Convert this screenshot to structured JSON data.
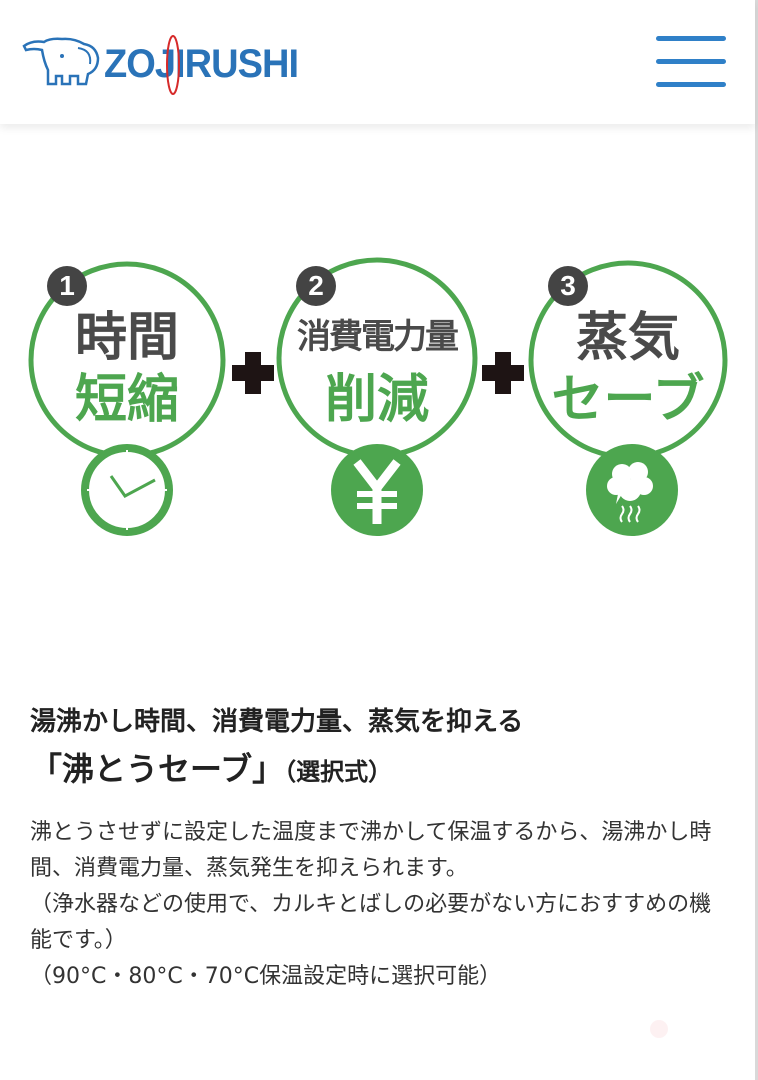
{
  "header": {
    "brand_name": "ZOJIRUSHI",
    "logo_icon": "elephant-logo-icon",
    "menu_icon": "hamburger-menu-icon"
  },
  "features": [
    {
      "number": "1",
      "line1": "時間",
      "line2": "短縮",
      "icon": "clock-icon"
    },
    {
      "number": "2",
      "line1": "消費電力量",
      "line2": "削減",
      "icon": "yen-icon"
    },
    {
      "number": "3",
      "line1": "蒸気",
      "line2": "セーブ",
      "icon": "steam-cloud-icon"
    }
  ],
  "plus_symbol": "plus-icon",
  "colors": {
    "brand_blue": "#2a73b8",
    "menu_blue": "#2f80c8",
    "feature_green": "#4da64f",
    "number_gray": "#444444",
    "plus_black": "#1e1414"
  },
  "section": {
    "heading_line1": "湯沸かし時間、消費電力量、蒸気を抑える",
    "heading_line2_main": "「沸とうセーブ」",
    "heading_line2_sub": "（選択式）",
    "paragraphs": [
      "沸とうさせずに設定した温度まで沸かして保温するから、湯沸かし時間、消費電力量、蒸気発生を抑えられます。",
      "（浄水器などの使用で、カルキとばしの必要がない方におすすめの機能です。）",
      "（90°C・80°C・70°C保温設定時に選択可能）"
    ]
  }
}
